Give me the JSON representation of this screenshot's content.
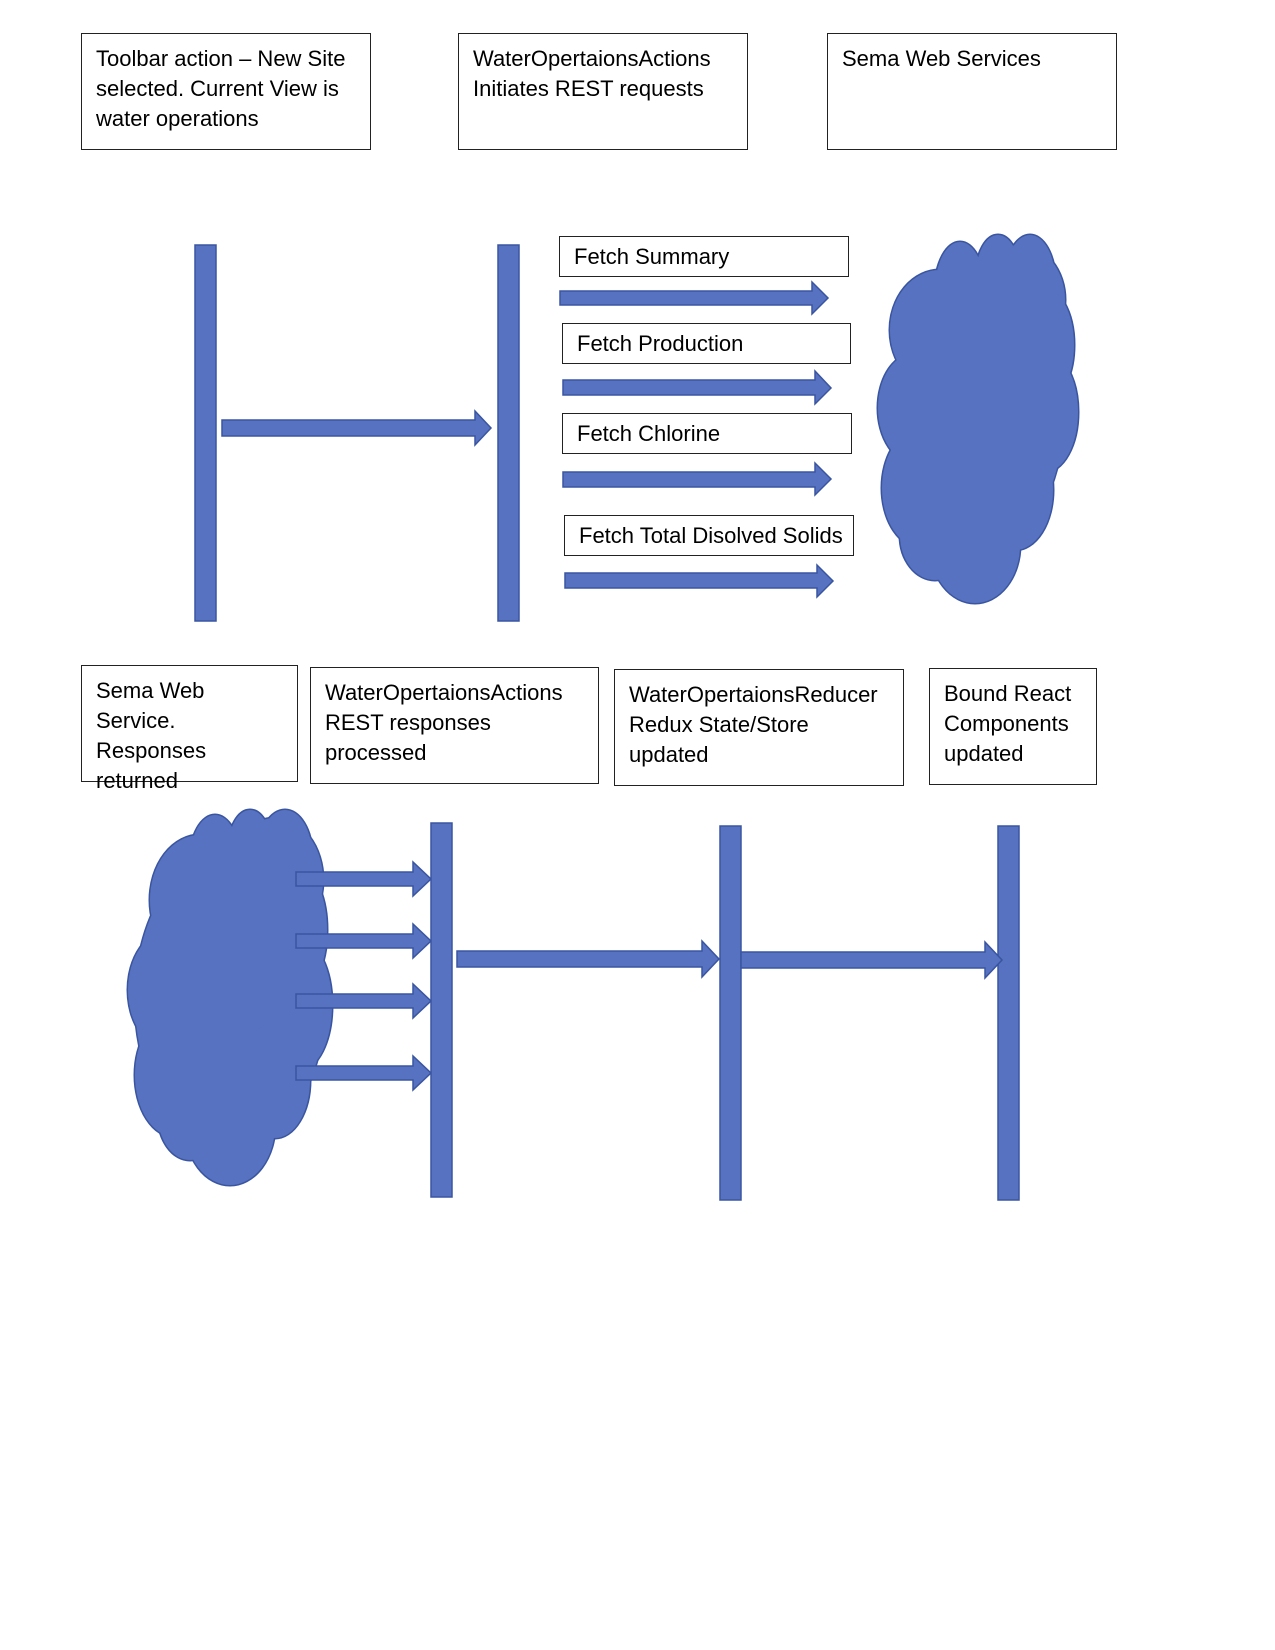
{
  "colors": {
    "shape_fill": "#5672C1",
    "shape_stroke": "#3A55A0",
    "box_border": "#222222"
  },
  "top": {
    "boxes": [
      {
        "lines": [
          "Toolbar action – New Site",
          "selected. Current View is",
          "water operations"
        ]
      },
      {
        "lines": [
          "WaterOpertaionsActions",
          "Initiates REST requests"
        ]
      },
      {
        "lines": [
          "Sema Web Services"
        ]
      }
    ],
    "requests": [
      "Fetch Summary",
      "Fetch Production",
      "Fetch Chlorine",
      "Fetch Total Disolved Solids"
    ]
  },
  "bottom": {
    "boxes": [
      {
        "lines": [
          "Sema Web Service.",
          "Responses",
          "returned"
        ]
      },
      {
        "lines": [
          "WaterOpertaionsActions",
          "REST responses processed"
        ]
      },
      {
        "lines": [
          "WaterOpertaionsReducer",
          "Redux State/Store",
          "updated"
        ]
      },
      {
        "lines": [
          "Bound React",
          "Components",
          "updated"
        ]
      }
    ]
  }
}
